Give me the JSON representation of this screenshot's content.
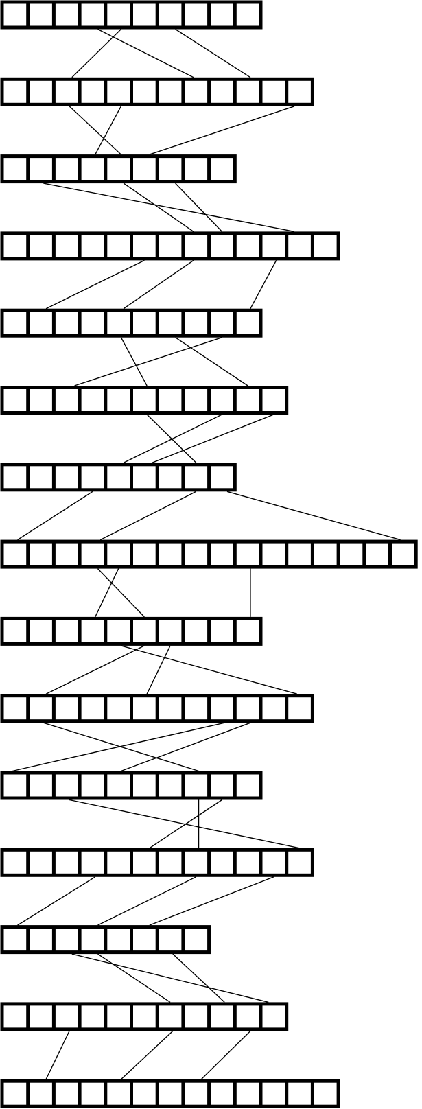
{
  "diagram": {
    "stroke_color": "#000000",
    "background": "#ffffff",
    "rows": [
      {
        "cells": 10
      },
      {
        "cells": 12
      },
      {
        "cells": 9
      },
      {
        "cells": 13
      },
      {
        "cells": 10
      },
      {
        "cells": 11
      },
      {
        "cells": 9
      },
      {
        "cells": 16
      },
      {
        "cells": 10
      },
      {
        "cells": 12
      },
      {
        "cells": 10
      },
      {
        "cells": 12
      },
      {
        "cells": 8
      },
      {
        "cells": 11
      },
      {
        "cells": 13
      }
    ],
    "connections": [
      [
        [
          4.6,
          2.7
        ],
        [
          3.7,
          7.4
        ],
        [
          6.7,
          9.6
        ]
      ],
      [
        [
          2.6,
          4.6
        ],
        [
          4.6,
          3.6
        ],
        [
          11.3,
          5.7
        ]
      ],
      [
        [
          1.6,
          11.3
        ],
        [
          4.7,
          7.4
        ],
        [
          6.7,
          8.5
        ]
      ],
      [
        [
          5.5,
          1.7
        ],
        [
          7.4,
          4.7
        ],
        [
          10.6,
          9.6
        ]
      ],
      [
        [
          8.5,
          2.8
        ],
        [
          4.6,
          5.6
        ],
        [
          6.7,
          9.5
        ]
      ],
      [
        [
          5.6,
          7.5
        ],
        [
          8.5,
          4.7
        ],
        [
          10.5,
          5.8
        ]
      ],
      [
        [
          3.5,
          0.6
        ],
        [
          7.5,
          3.8
        ],
        [
          8.7,
          15.4
        ]
      ],
      [
        [
          3.7,
          5.5
        ],
        [
          4.5,
          3.6
        ],
        [
          9.6,
          9.6
        ]
      ],
      [
        [
          5.5,
          1.7
        ],
        [
          6.5,
          5.6
        ],
        [
          4.6,
          11.4
        ]
      ],
      [
        [
          8.6,
          0.4
        ],
        [
          9.6,
          4.6
        ],
        [
          1.6,
          7.6
        ]
      ],
      [
        [
          2.6,
          11.5
        ],
        [
          8.5,
          5.7
        ],
        [
          7.6,
          7.6
        ]
      ],
      [
        [
          3.6,
          0.6
        ],
        [
          7.5,
          3.7
        ],
        [
          10.5,
          5.7
        ]
      ],
      [
        [
          2.7,
          10.3
        ],
        [
          3.7,
          6.5
        ],
        [
          6.6,
          8.6
        ]
      ],
      [
        [
          2.6,
          1.7
        ],
        [
          6.6,
          4.6
        ],
        [
          9.6,
          7.7
        ]
      ]
    ]
  }
}
